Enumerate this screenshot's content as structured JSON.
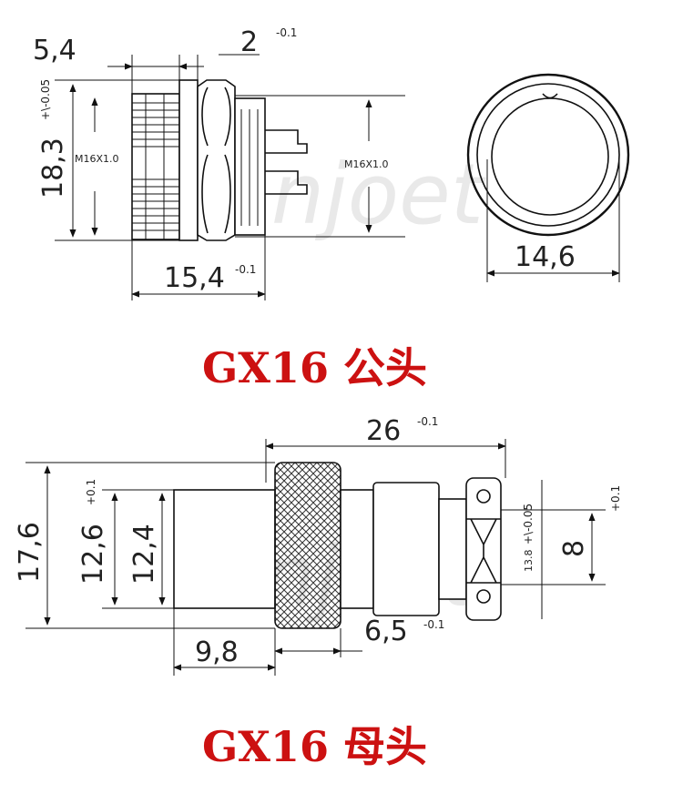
{
  "male": {
    "dim_width_5_4": "5,4",
    "dim_flange_2": "2",
    "dim_flange_2_tol": "-0.1",
    "dim_height_18_3": "18,3",
    "dim_height_18_3_tol": "+\\-0.05",
    "thread_left": "M16X1.0",
    "thread_right": "M16X1.0",
    "dim_length_15_4": "15,4",
    "dim_length_15_4_tol": "-0.1",
    "dim_diameter_14_6": "14,6",
    "caption": "GX16 公头"
  },
  "female": {
    "dim_length_26": "26",
    "dim_length_26_tol": "-0.1",
    "dim_height_17_6": "17,6",
    "dim_height_12_6": "12,6",
    "dim_height_12_6_tol": "+0.1",
    "dim_height_12_4": "12,4",
    "dim_width_9_8": "9,8",
    "dim_width_6_5": "6,5",
    "dim_width_6_5_tol": "-0.1",
    "dim_13_8": "13.8",
    "dim_13_8_tol": "+\\-0.05",
    "dim_height_8": "8",
    "dim_height_8_tol": "+0.1",
    "caption": "GX16 母头"
  },
  "watermark": "Anjoet",
  "colors": {
    "caption": "#cc1111",
    "line": "#111111",
    "watermark": "#e9e9e9"
  }
}
